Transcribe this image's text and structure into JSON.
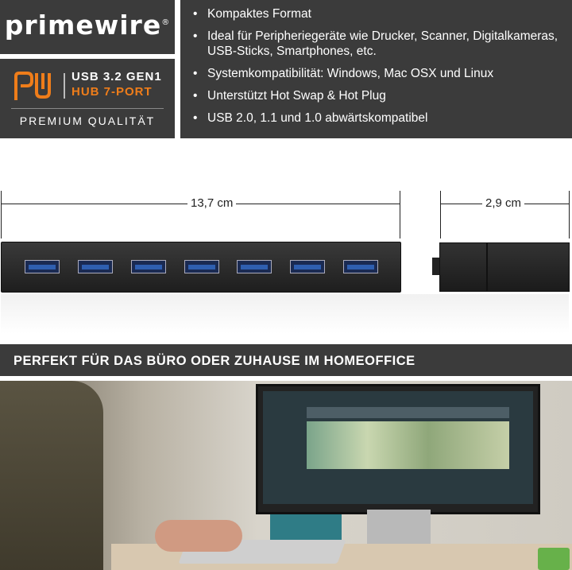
{
  "brand": {
    "name": "primewire",
    "trademark": "®"
  },
  "badge": {
    "monogram": "PW",
    "line1": "USB 3.2 GEN1",
    "line2": "HUB 7-PORT",
    "tagline": "PREMIUM QUALITÄT"
  },
  "features": [
    "Kompaktes Format",
    "Ideal für Peripheriegeräte wie Drucker, Scanner, Digitalkameras, USB-Sticks, Smartphones, etc.",
    "Systemkompatibilität: Windows, Mac OSX und Linux",
    "Unterstützt Hot Swap & Hot Plug",
    "USB 2.0, 1.1 und 1.0 abwärtskompatibel"
  ],
  "dimensions": {
    "length": "13,7 cm",
    "height": "2,9 cm"
  },
  "ports": {
    "count": 7
  },
  "banner": "PERFEKT FÜR DAS BÜRO ODER ZUHAUSE IM HOMEOFFICE",
  "colors": {
    "panel": "#3b3b3b",
    "accent": "#ef7d1a",
    "port_blue": "#2f5fb0"
  }
}
